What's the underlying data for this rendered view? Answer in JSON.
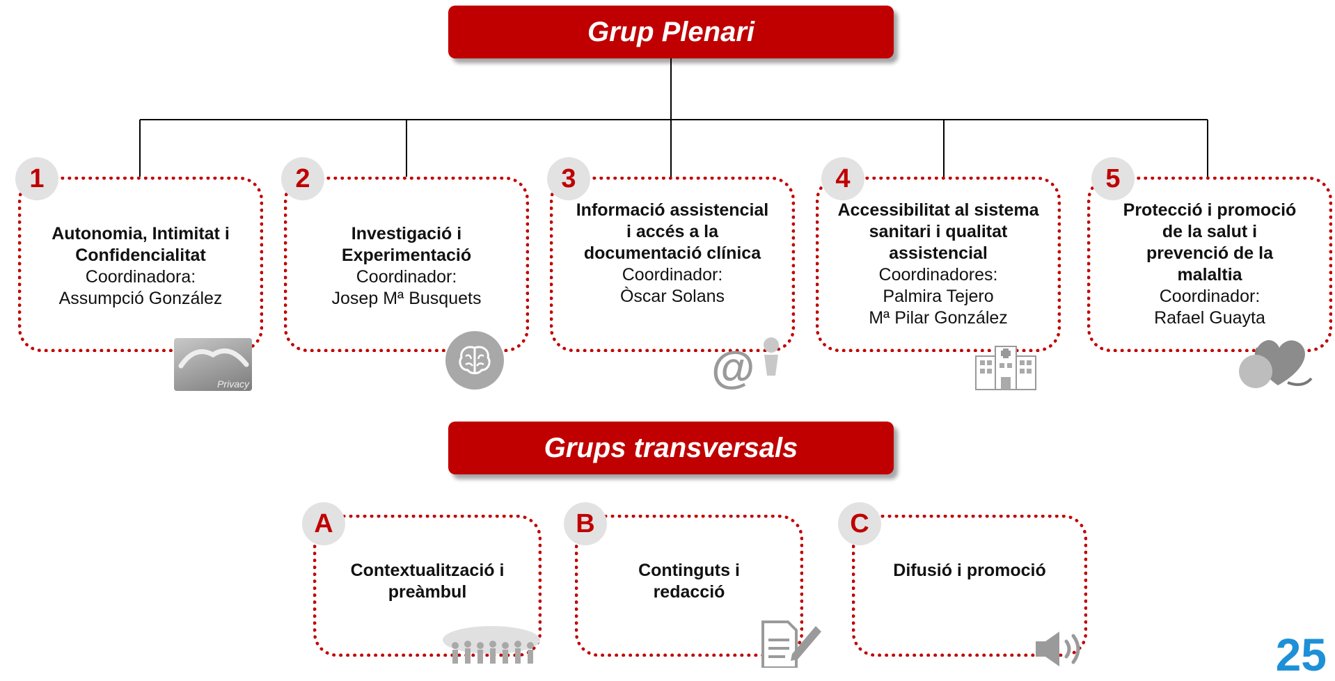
{
  "plenary": {
    "title": "Grup Plenari"
  },
  "groups": [
    {
      "number": "1",
      "title": "Autonomia, Intimitat i Confidencialitat",
      "role": "Coordinadora:",
      "people": [
        "Assumpció González"
      ],
      "icon": "privacy-icon",
      "icon_text": "Privacy"
    },
    {
      "number": "2",
      "title": "Investigació i Experimentació",
      "role": "Coordinador:",
      "people": [
        "Josep Mª Busquets"
      ],
      "icon": "brain-icon"
    },
    {
      "number": "3",
      "title": "Informació assistencial i accés a la documentació clínica",
      "role": "Coordinador:",
      "people": [
        "Òscar Solans"
      ],
      "icon": "email-person-icon"
    },
    {
      "number": "4",
      "title": "Accessibilitat al sistema sanitari i qualitat assistencial",
      "role": "Coordinadores:",
      "people": [
        "Palmira Tejero",
        "Mª Pilar González"
      ],
      "icon": "hospital-icon"
    },
    {
      "number": "5",
      "title": "Protecció i promoció de la salut i prevenció de la malaltia",
      "role": "Coordinador:",
      "people": [
        "Rafael Guayta"
      ],
      "icon": "health-fruit-icon"
    }
  ],
  "transversal": {
    "title": "Grups transversals",
    "groups": [
      {
        "letter": "A",
        "title": "Contextualització i preàmbul",
        "icon": "people-world-icon"
      },
      {
        "letter": "B",
        "title": "Continguts i redacció",
        "icon": "document-pen-icon"
      },
      {
        "letter": "C",
        "title": "Difusió i promoció",
        "icon": "speaker-icon"
      }
    ]
  },
  "page_number": "25",
  "colors": {
    "accent": "#c00000",
    "badge": "#e2e2e2",
    "page_number": "#1e90d8",
    "icon": "#9a9a9a"
  }
}
